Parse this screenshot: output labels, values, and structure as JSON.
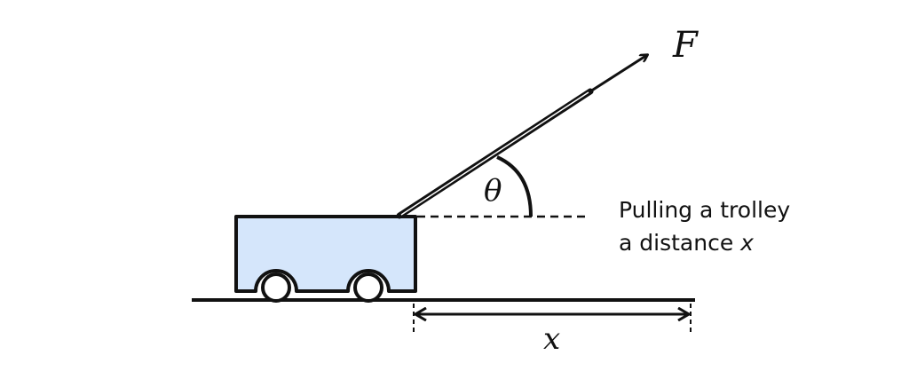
{
  "labels": {
    "force": "F",
    "angle": "θ",
    "caption_line1": "Pulling a trolley",
    "caption_line2_prefix": "a distance ",
    "caption_line2_var": "x",
    "distance": "x"
  },
  "colors": {
    "trolley_fill": "#d5e6fb",
    "stroke": "#111111"
  }
}
